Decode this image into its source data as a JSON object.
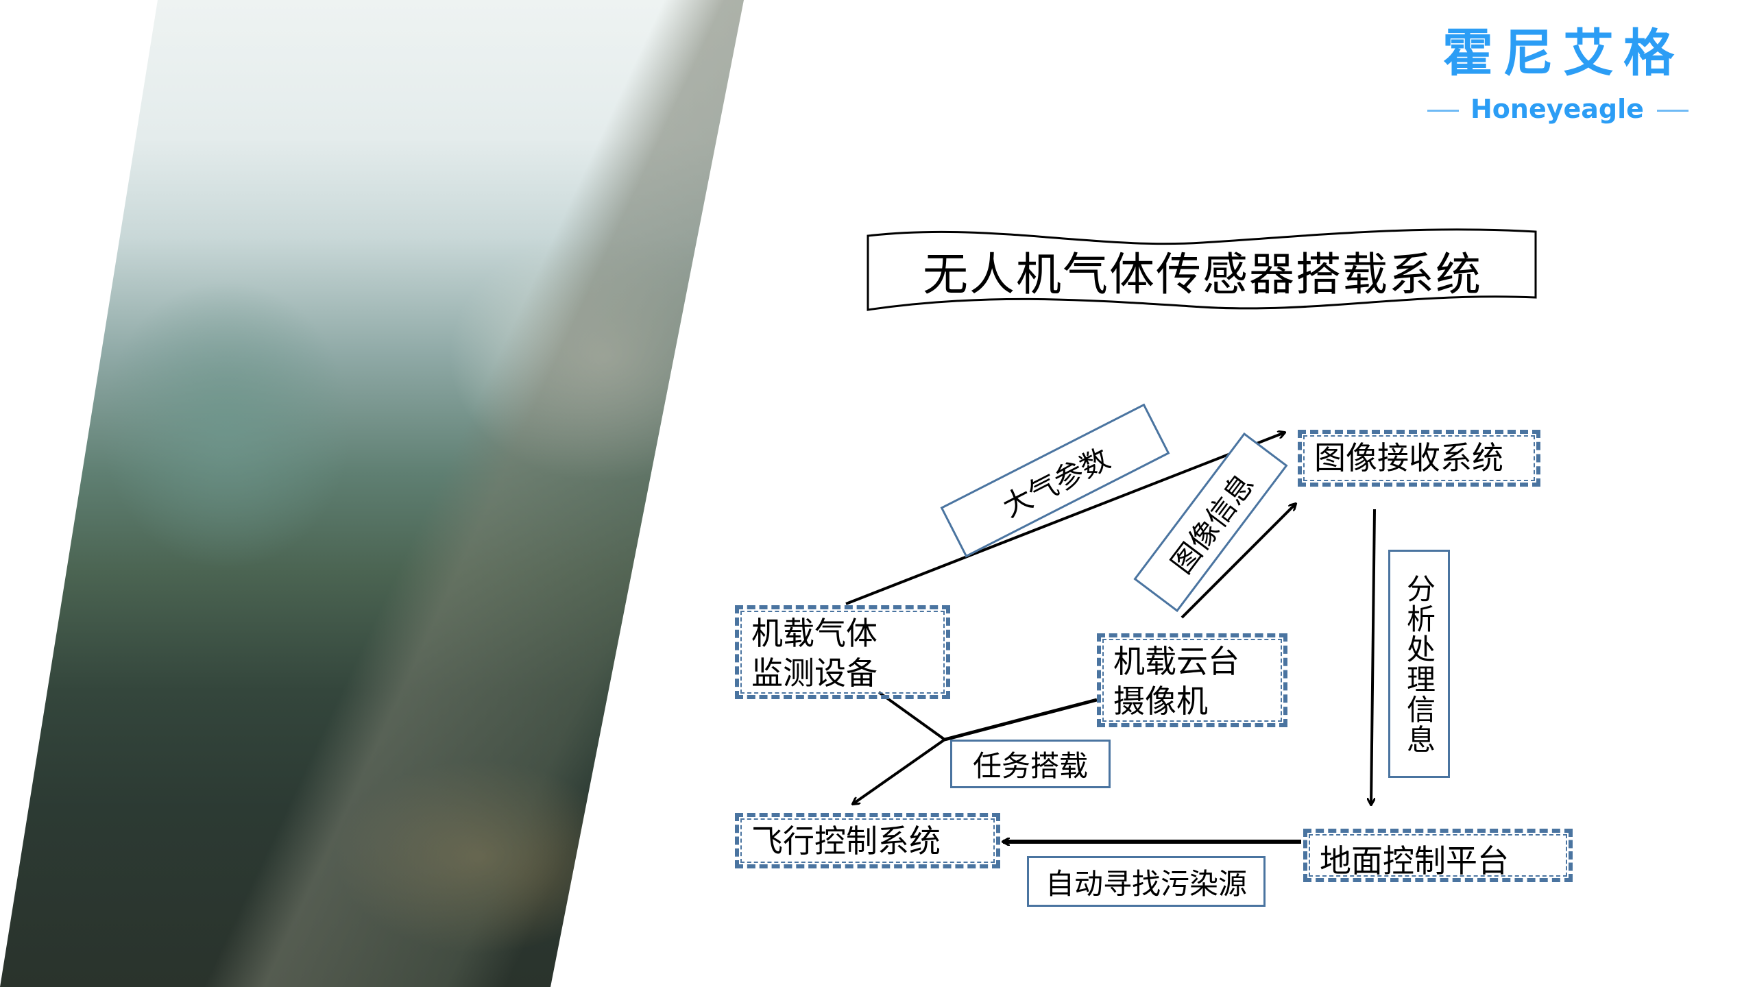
{
  "logo": {
    "name_cn": "霍尼艾格",
    "name_en": "Honeyeagle",
    "color": "#2b9df5"
  },
  "title": "无人机气体传感器搭载系统",
  "diagram": {
    "nodes": {
      "gas_monitor": {
        "line1": "机载气体",
        "line2": "监测设备"
      },
      "gimbal_camera": {
        "line1": "机载云台",
        "line2": "摄像机"
      },
      "image_receiver": {
        "label": "图像接收系统"
      },
      "flight_control": {
        "label": "飞行控制系统"
      },
      "ground_control": {
        "label": "地面控制平台"
      }
    },
    "edge_labels": {
      "atmos_params": "大气参数",
      "image_info": "图像信息",
      "analysis_info": "分析处理信息",
      "mission_payload": "任务搭载",
      "auto_find_source": "自动寻找污染源"
    },
    "edges": [
      {
        "from": "机载气体监测设备",
        "to": "图像接收系统",
        "label": "大气参数"
      },
      {
        "from": "机载云台摄像机",
        "to": "图像接收系统",
        "label": "图像信息"
      },
      {
        "from": "图像接收系统",
        "to": "地面控制平台",
        "label": "分析处理信息"
      },
      {
        "from": "地面控制平台",
        "to": "飞行控制系统",
        "label": "自动寻找污染源"
      },
      {
        "from": "机载气体监测设备 + 机载云台摄像机",
        "to": "飞行控制系统",
        "label": "任务搭载"
      }
    ],
    "colors": {
      "box_stroke": "#4a74a0",
      "arrow": "#000000"
    }
  }
}
